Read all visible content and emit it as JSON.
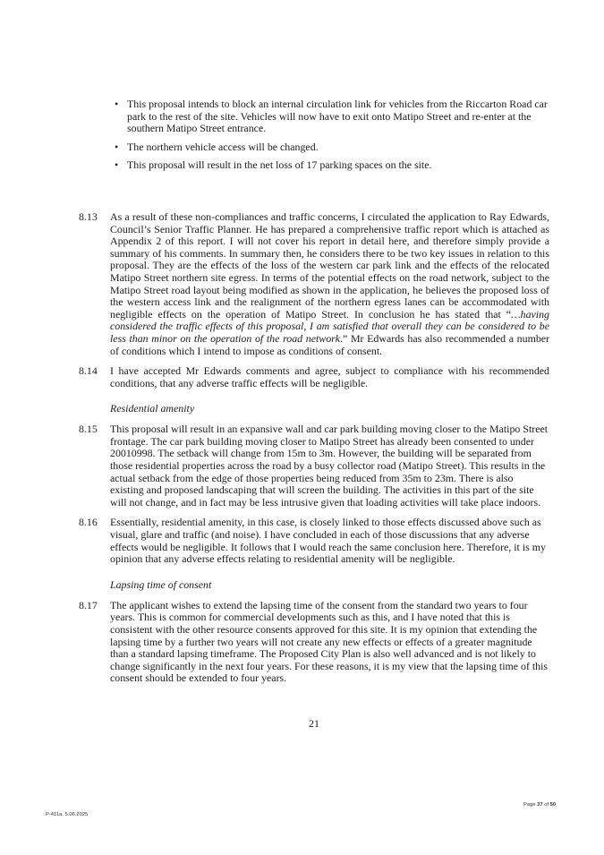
{
  "bullets": [
    "This proposal intends to block an internal circulation link for vehicles from the Riccarton Road car park to the rest of the site. Vehicles will now have to exit onto Matipo Street and re-enter at the southern Matipo Street entrance.",
    "The northern vehicle access will be changed.",
    "This proposal will result in the net loss of 17 parking spaces on the site."
  ],
  "bullet_glyph": "•",
  "p813": {
    "num": "8.13",
    "text_a": "As a result of these non-compliances and traffic concerns, I circulated the application to Ray Edwards, Council’s Senior Traffic Planner. He has prepared a comprehensive traffic report which is attached as Appendix 2 of this report. I will not cover his report in detail here, and therefore simply provide a summary of his comments. In summary then, he considers there to be two key issues in relation to this proposal. They are the effects of the loss of the western car park link and the effects of the relocated Matipo Street northern site egress. In terms of the potential effects on the road network, subject to the Matipo Street road layout being modified as shown in the application, he believes the proposed loss of the western access link and the realignment of the northern egress lanes can be accommodated with negligible effects on the operation of Matipo Street. In conclusion he has stated that “",
    "quote": "…having considered the traffic effects of this proposal, I am satisfied that overall they can be considered to be less than minor on the operation of the road network",
    "text_b": ".” Mr Edwards has also recommended a number of conditions which I intend to impose as conditions of consent."
  },
  "p814": {
    "num": "8.14",
    "text": "I have accepted Mr Edwards comments and agree, subject to compliance with his recommended conditions, that any adverse traffic effects will be negligible."
  },
  "heading_residential": "Residential amenity",
  "p815": {
    "num": "8.15",
    "text": "This  proposal will result in an expansive wall and car park building moving closer to the Matipo Street frontage. The car park building moving closer to Matipo Street has already been consented to under 20010998. The setback will change from 15m to 3m. However, the building will be separated from those residential properties across the road by a busy collector road (Matipo Street). This results in the actual setback from the edge of those properties being reduced from 35m to 23m. There is also existing and proposed landscaping that will screen the building. The activities in this part of the site will not change, and in fact may be less intrusive given that loading activities will take place indoors."
  },
  "p816": {
    "num": "8.16",
    "text": "Essentially, residential amenity, in this case, is closely linked to those effects discussed above such as visual, glare and traffic (and noise). I have concluded in each of those discussions that any adverse effects would be negligible. It follows that I would reach the same conclusion here. Therefore, it is my opinion that any adverse effects relating to residential amenity will be negligible."
  },
  "heading_lapsing": "Lapsing time of consent",
  "p817": {
    "num": "8.17",
    "text": "The applicant wishes to extend the lapsing time of the consent from the standard two years to four years. This is common for commercial developments such as this, and I have noted that this is consistent with the other resource consents approved for this site. It is my opinion that extending the lapsing time by a further two years will not create any new effects or effects of a greater magnitude than a standard lapsing timeframe. The Proposed City Plan is also well advanced and is not likely to change significantly in the next four years. For these reasons, it is my view that the lapsing time of this consent should be extended to four years."
  },
  "page_number": "21",
  "footer": {
    "page_prefix": "Page ",
    "page_current": "37",
    "page_of": " of ",
    "page_total": "50",
    "doc_ref": "P-411a, 5.06.2025"
  }
}
